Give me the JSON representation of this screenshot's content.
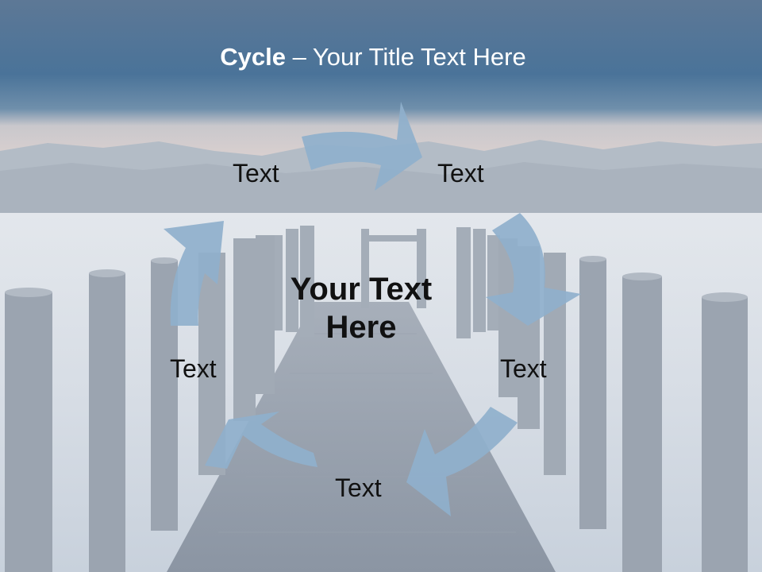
{
  "slide": {
    "title_bold": "Cycle",
    "title_rest": " – Your Title Text Here",
    "center_line1": "Your Text",
    "center_line2": "Here"
  },
  "cycle": {
    "nodes": [
      "Text",
      "Text",
      "Text",
      "Text",
      "Text"
    ]
  },
  "colors": {
    "sky_top": "#4a6f94",
    "sky_mid": "#6f8fab",
    "water": "#d5dde6",
    "pier": "#8d98a6",
    "arrow_fill": "#8fb0cc",
    "text": "#111111",
    "title_text": "#ffffff"
  }
}
